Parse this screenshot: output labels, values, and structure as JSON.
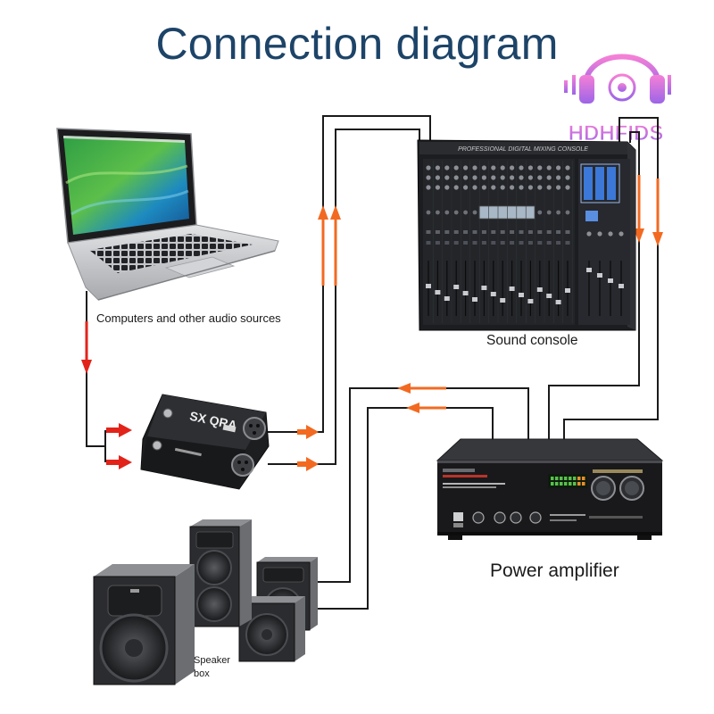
{
  "title": "Connection diagram",
  "logo": {
    "text": "HDHFIDS",
    "icon": "headphones-icon"
  },
  "labels": {
    "source": "Computers and other audio sources",
    "console": "Sound console",
    "amplifier": "Power amplifier",
    "speaker_line1": "Speaker",
    "speaker_line2": "box"
  },
  "devices": {
    "laptop": {
      "icon": "laptop-icon"
    },
    "di_box": {
      "icon": "di-box-icon",
      "label": "SX QRA"
    },
    "console": {
      "icon": "mixing-console-icon",
      "panel_text": "PROFESSIONAL DIGITAL MIXING CONSOLE"
    },
    "amplifier": {
      "icon": "power-amplifier-icon"
    },
    "speakers": {
      "icon": "speaker-icon"
    }
  },
  "colors": {
    "title": "#1d4468",
    "signal_red": "#e2231a",
    "signal_orange": "#f26a21",
    "wire": "#1a1a1a",
    "logo_top": "#f46ad0",
    "logo_bottom": "#8b4be3"
  }
}
